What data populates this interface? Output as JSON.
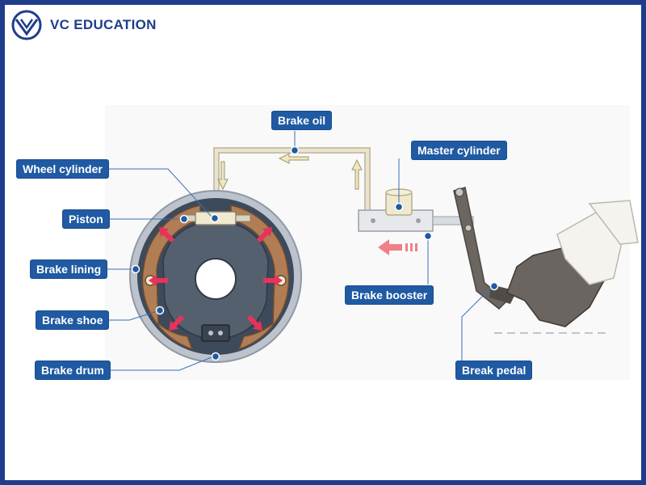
{
  "brand": {
    "name": "VC EDUCATION",
    "color": "#1f3d8a"
  },
  "labels": {
    "brake_oil": "Brake oil",
    "master_cylinder": "Master cylinder",
    "wheel_cylinder": "Wheel cylinder",
    "piston": "Piston",
    "brake_lining": "Brake lining",
    "brake_shoe": "Brake shoe",
    "brake_drum": "Brake drum",
    "brake_booster": "Brake booster",
    "break_pedal": "Break pedal"
  },
  "colors": {
    "label_bg": "#1f5aa3",
    "frame": "#1f3d8a",
    "arrow": "#e8325a",
    "shoe": "#8a6a4a",
    "drum": "#3c4a5c"
  }
}
